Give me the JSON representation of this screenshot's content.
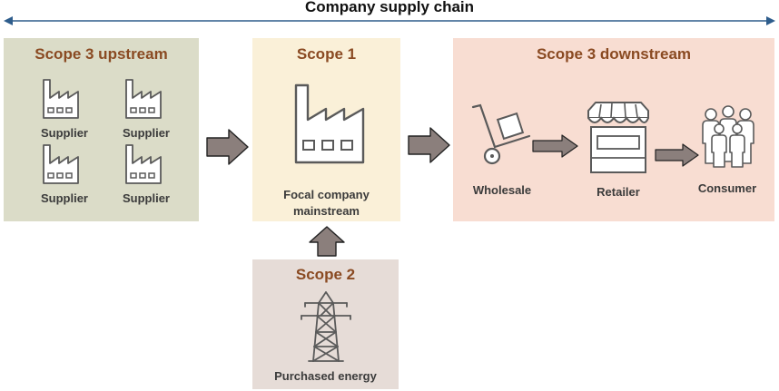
{
  "title": "Company supply chain",
  "colors": {
    "upstream_bg": "#dbdcc8",
    "scope1_bg": "#faf0d8",
    "downstream_bg": "#f8ddd2",
    "scope2_bg": "#e6dcd7",
    "heading": "#8a4a22",
    "arrow_fill": "#8b7f7c",
    "axis_line": "#2e5d8c"
  },
  "upstream": {
    "title": "Scope 3 upstream",
    "suppliers": [
      "Supplier",
      "Supplier",
      "Supplier",
      "Supplier"
    ]
  },
  "scope1": {
    "title": "Scope 1",
    "label_line1": "Focal company",
    "label_line2": "mainstream"
  },
  "downstream": {
    "title": "Scope 3 downstream",
    "steps": [
      "Wholesale",
      "Retailer",
      "Consumer"
    ]
  },
  "scope2": {
    "title": "Scope 2",
    "label": "Purchased energy"
  },
  "icons": {
    "factory": "factory-icon",
    "hand_truck": "hand-truck-icon",
    "store": "store-icon",
    "people": "people-group-icon",
    "pylon": "power-pylon-icon"
  }
}
